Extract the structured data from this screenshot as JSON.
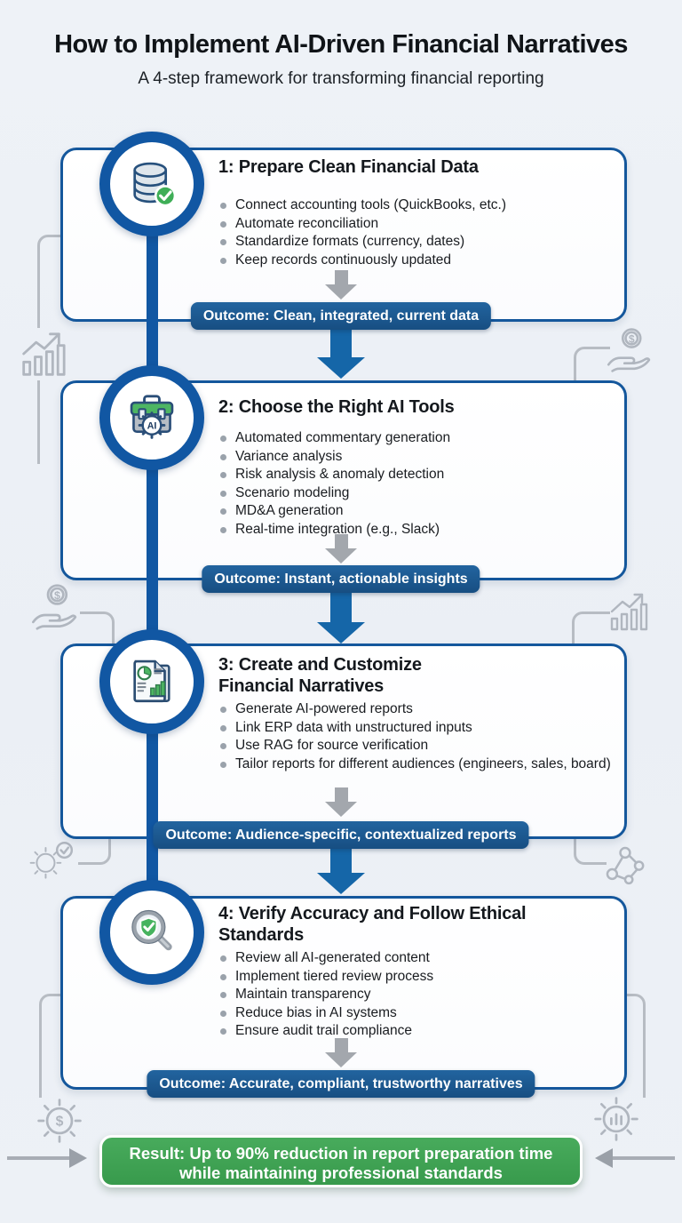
{
  "header": {
    "title": "How to Implement AI-Driven Financial Narratives",
    "subtitle": "A 4-step framework for transforming financial reporting"
  },
  "steps": [
    {
      "title_lines": [
        "1: Prepare Clean Financial Data"
      ],
      "icon": "database-check",
      "bullets": [
        "Connect accounting tools (QuickBooks, etc.)",
        "Automate reconciliation",
        "Standardize formats (currency, dates)",
        "Keep records continuously updated"
      ],
      "outcome": "Outcome: Clean, integrated, current data"
    },
    {
      "title_lines": [
        "2: Choose the Right AI Tools"
      ],
      "icon": "ai-toolbox",
      "bullets": [
        "Automated commentary generation",
        "Variance analysis",
        "Risk analysis & anomaly detection",
        "Scenario modeling",
        "MD&A generation",
        "Real-time integration (e.g., Slack)"
      ],
      "outcome": "Outcome: Instant, actionable insights"
    },
    {
      "title_lines": [
        "3: Create and Customize",
        "Financial Narratives"
      ],
      "icon": "financial-report",
      "bullets": [
        "Generate AI-powered reports",
        "Link ERP data with unstructured inputs",
        "Use RAG for source verification",
        "Tailor reports for different audiences (engineers, sales, board)"
      ],
      "outcome": "Outcome: Audience-specific, contextualized reports"
    },
    {
      "title_lines": [
        "4: Verify Accuracy and Follow Ethical",
        "Standards"
      ],
      "icon": "shield-magnifier",
      "bullets": [
        "Review all AI-generated content",
        "Implement tiered review process",
        "Maintain transparency",
        "Reduce bias in AI systems",
        "Ensure audit trail compliance"
      ],
      "outcome": "Outcome: Accurate, compliant, trustworthy narratives"
    }
  ],
  "result": {
    "line1": "Result: Up to 90% reduction in report preparation time",
    "line2": "while maintaining professional standards"
  },
  "icon_glyphs": {
    "ai": "AI",
    "dollar": "$"
  },
  "colors": {
    "accent_blue": "#14579c",
    "banner_blue": "#1d5d97",
    "arrow_blue": "#1566a8",
    "result_green": "#3da153",
    "check_green": "#3fae57",
    "decor_gray": "#b0b6bf"
  }
}
